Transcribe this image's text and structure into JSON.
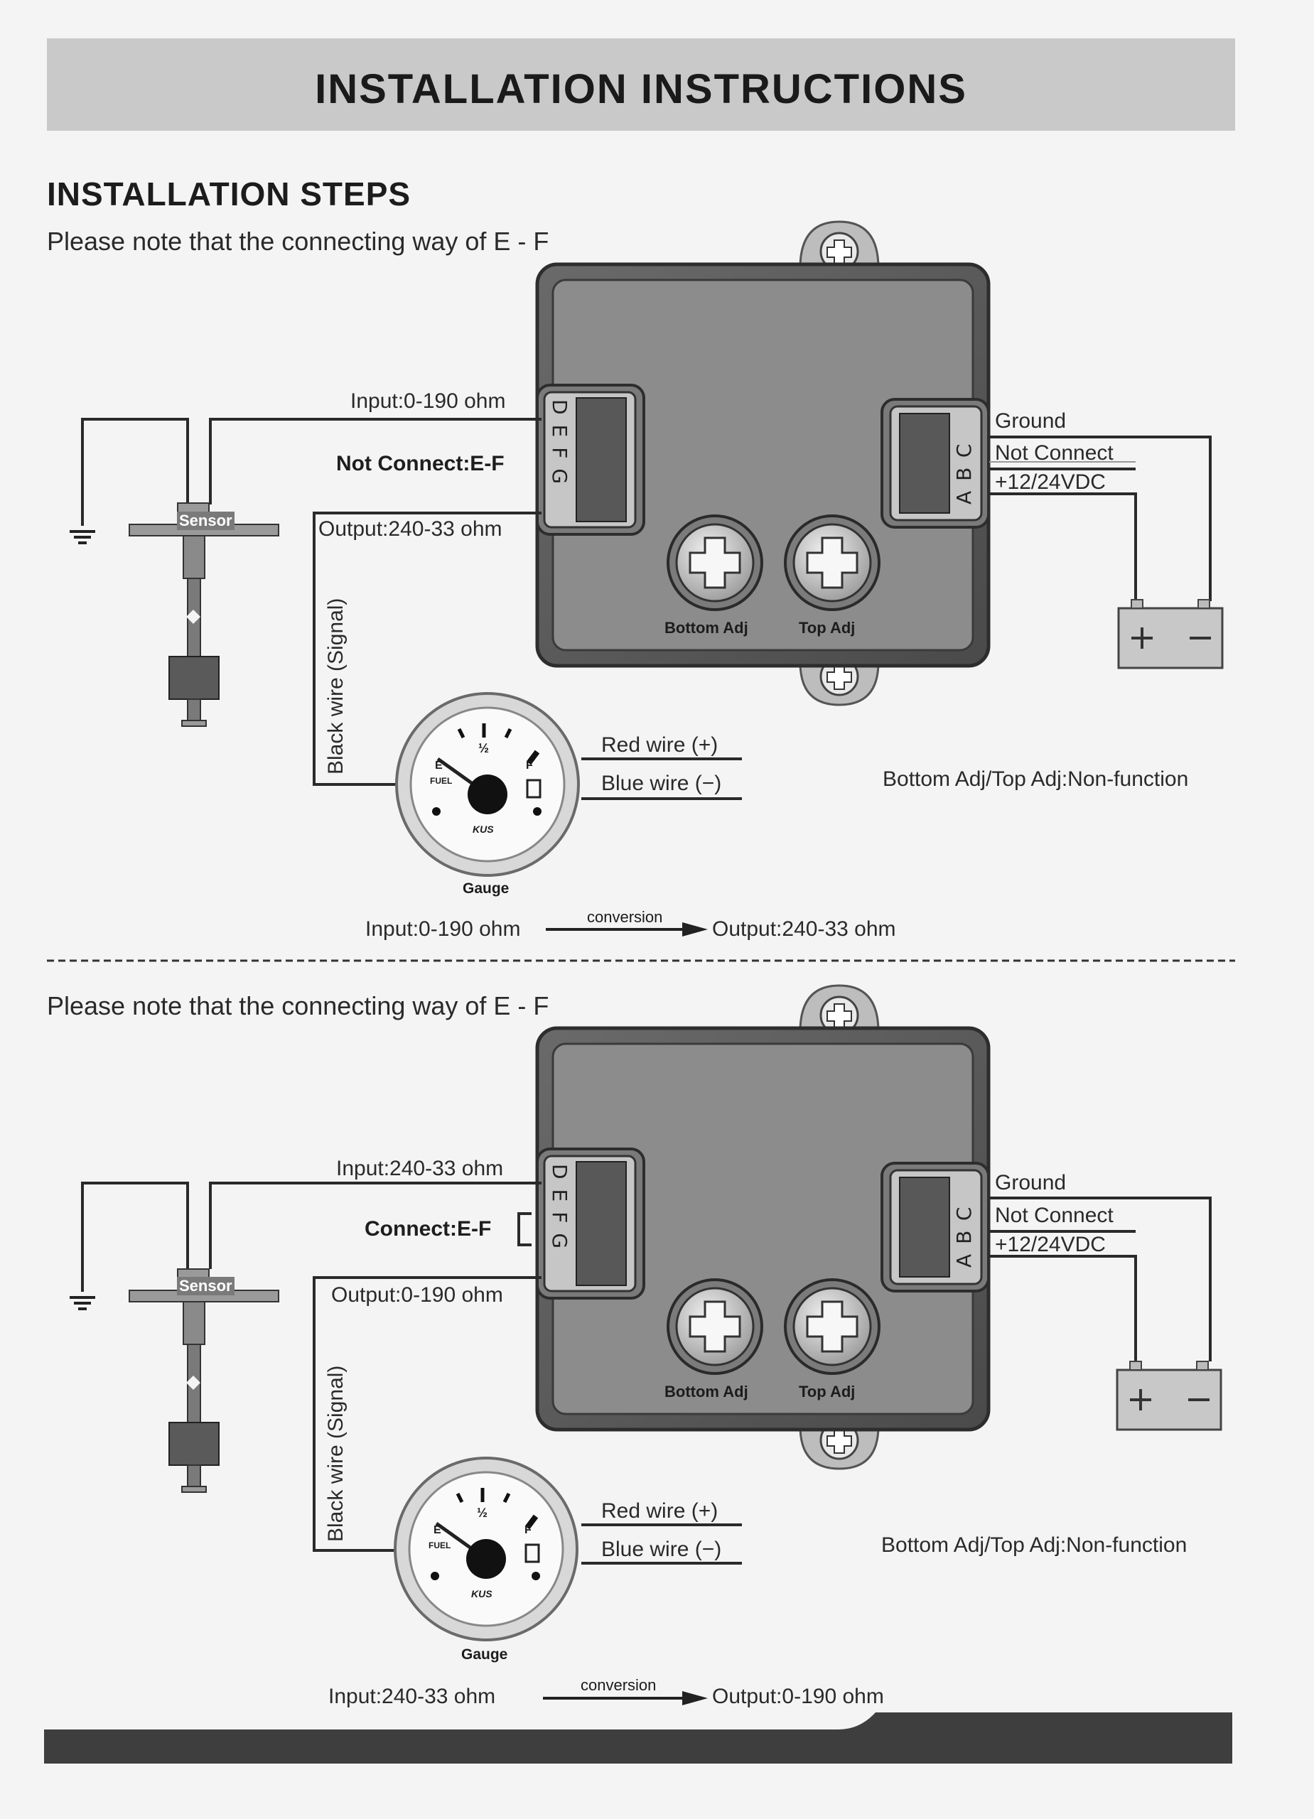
{
  "title": "INSTALLATION INSTRUCTIONS",
  "heading": "INSTALLATION STEPS",
  "colors": {
    "banner": "#c9c9c9",
    "footer": "#3e3e3e",
    "module": "#5a5a5a"
  },
  "diagram1": {
    "note": "Please note that the connecting way of E - F",
    "input_label": "Input:0-190 ohm",
    "ef_label": "Not Connect:E-F",
    "output_label": "Output:240-33 ohm",
    "signal_label": "Black wire (Signal)",
    "sensor": "Sensor",
    "pins_left": "DEFG",
    "pins_right": "ABC",
    "ground": "Ground",
    "not_connect": "Not Connect",
    "power": "+12/24VDC",
    "bottom_adj": "Bottom Adj",
    "top_adj": "Top Adj",
    "red_wire": "Red wire (+)",
    "blue_wire": "Blue wire (−)",
    "adj_note": "Bottom Adj/Top Adj:Non-function",
    "gauge": "Gauge",
    "gauge_e": "E",
    "gauge_f": "F",
    "gauge_half": "½",
    "gauge_fuel": "FUEL",
    "gauge_brand": "KUS",
    "conv_in": "Input:0-190 ohm",
    "conversion": "conversion",
    "conv_out": "Output:240-33 ohm"
  },
  "diagram2": {
    "note": "Please note that the connecting way of E - F",
    "input_label": "Input:240-33 ohm",
    "ef_label": "Connect:E-F",
    "output_label": "Output:0-190 ohm",
    "signal_label": "Black wire (Signal)",
    "sensor": "Sensor",
    "pins_left": "DEFG",
    "pins_right": "ABC",
    "ground": "Ground",
    "not_connect": "Not Connect",
    "power": "+12/24VDC",
    "bottom_adj": "Bottom Adj",
    "top_adj": "Top Adj",
    "red_wire": "Red wire (+)",
    "blue_wire": "Blue wire (−)",
    "adj_note": "Bottom Adj/Top Adj:Non-function",
    "gauge": "Gauge",
    "gauge_e": "E",
    "gauge_f": "F",
    "gauge_half": "½",
    "gauge_fuel": "FUEL",
    "gauge_brand": "KUS",
    "conv_in": "Input:240-33 ohm",
    "conversion": "conversion",
    "conv_out": "Output:0-190 ohm"
  }
}
